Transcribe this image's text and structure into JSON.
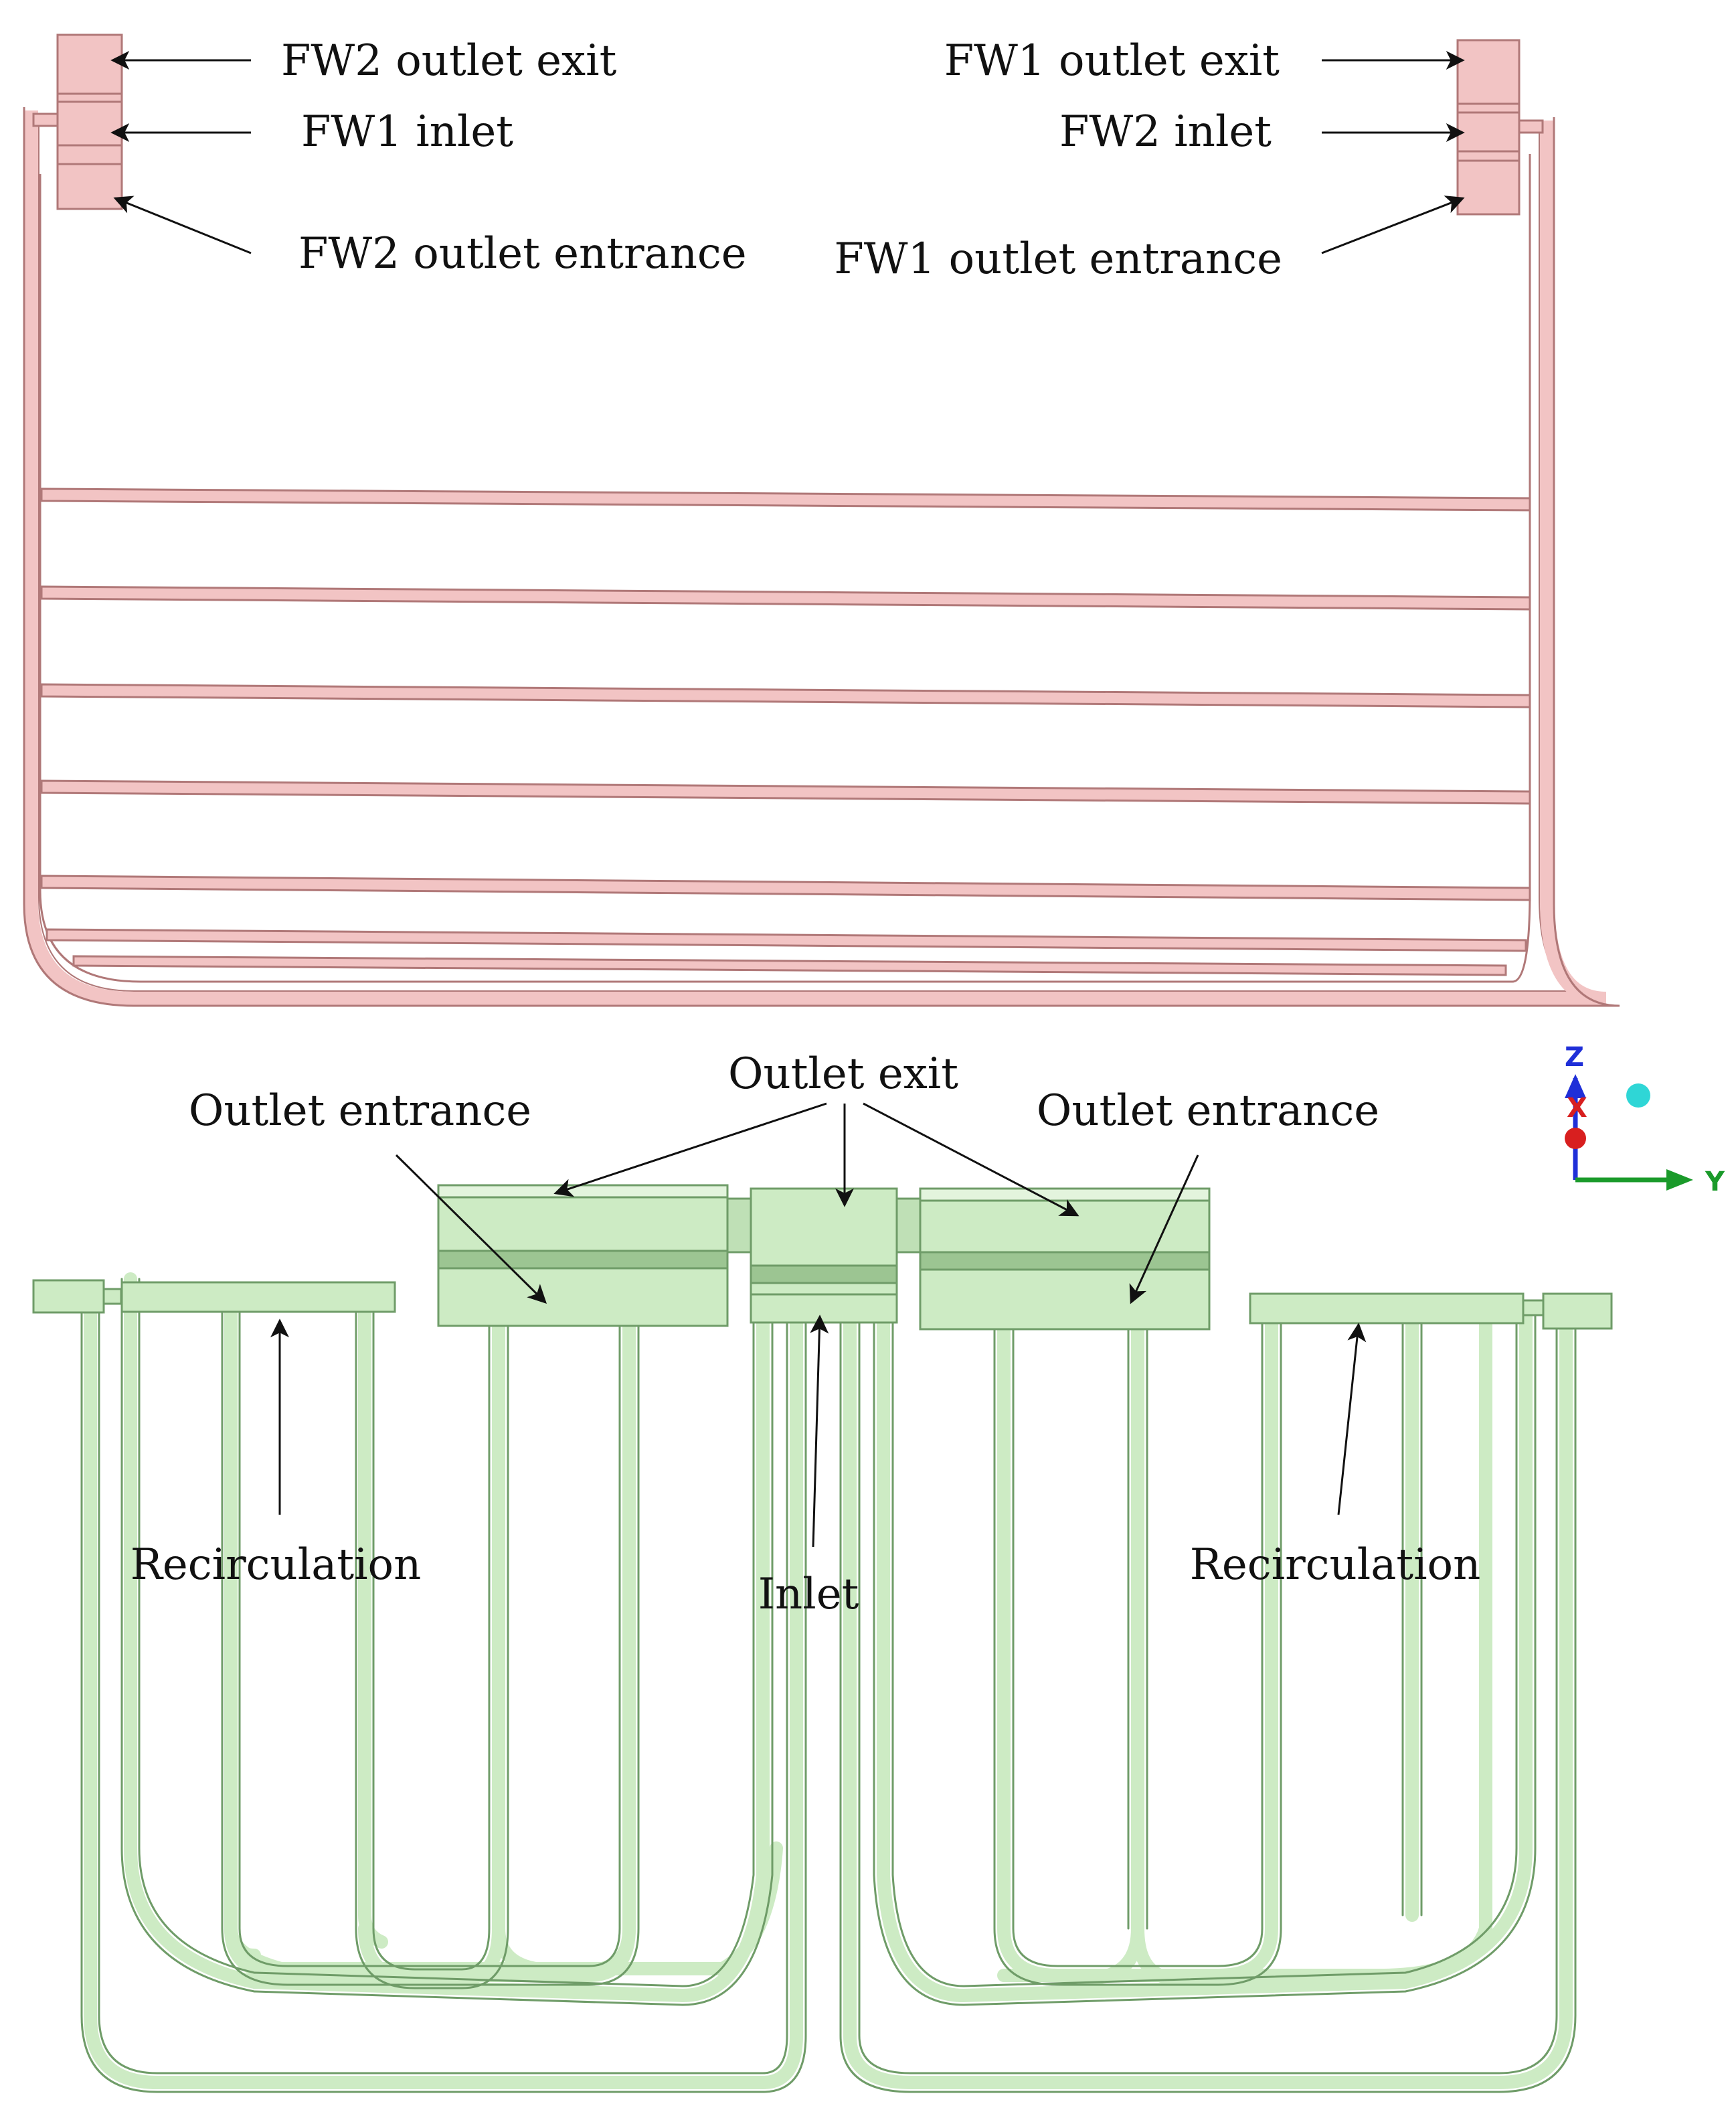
{
  "colors": {
    "channel_red": "#f2c4c4",
    "channel_red_edge": "#b07878",
    "channel_green": "#cdebc4",
    "channel_green_edge": "#6f9c68",
    "axis_z": "#1f2fd8",
    "axis_x": "#d81f1f",
    "axis_y": "#1a9a2a",
    "axis_dot": "#2fd6d6"
  },
  "top_view": {
    "labels": {
      "fw2_outlet_exit": "FW2 outlet exit",
      "fw1_inlet": "FW1 inlet",
      "fw2_outlet_entrance": "FW2 outlet entrance",
      "fw1_outlet_exit": "FW1 outlet exit",
      "fw2_inlet": "FW2 inlet",
      "fw1_outlet_entrance": "FW1 outlet entrance"
    }
  },
  "bottom_view": {
    "labels": {
      "outlet_exit": "Outlet exit",
      "outlet_entrance_left": "Outlet entrance",
      "outlet_entrance_right": "Outlet entrance",
      "recirculation_left": "Recirculation",
      "recirculation_right": "Recirculation",
      "inlet": "Inlet"
    }
  },
  "axis_triad": {
    "z": "Z",
    "x": "X",
    "y": "Y"
  }
}
